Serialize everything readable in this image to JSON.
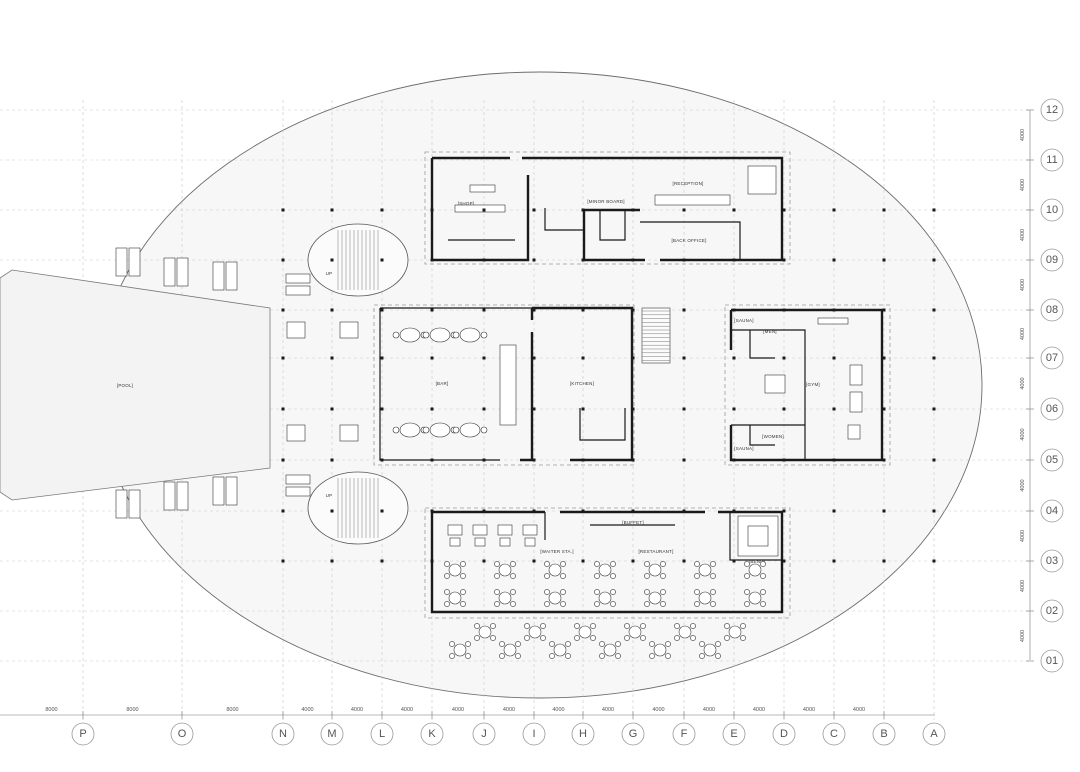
{
  "drawing": {
    "grid_columns": [
      "P",
      "O",
      "N",
      "M",
      "L",
      "K",
      "J",
      "I",
      "H",
      "G",
      "F",
      "E",
      "D",
      "C",
      "B",
      "A"
    ],
    "grid_rows": [
      "12",
      "11",
      "10",
      "09",
      "08",
      "07",
      "06",
      "05",
      "04",
      "03",
      "02",
      "01"
    ],
    "bottom_dimensions": [
      "8000",
      "8000",
      "8000",
      "4000",
      "4000",
      "4000",
      "4000",
      "4000",
      "4000",
      "4000",
      "4000",
      "4000",
      "4000",
      "4000",
      "4000"
    ],
    "side_dimensions": [
      "4000",
      "4000",
      "4000",
      "4000",
      "4000",
      "4000",
      "4000",
      "4000",
      "4000",
      "4000",
      "4000"
    ]
  },
  "rooms": {
    "pool": "[POOL]",
    "shop": "[SHOP]",
    "minor_board": "[MINOR BOARD]",
    "reception": "[RECEPTION]",
    "back_office": "[BACK OFFICE]",
    "bar": "[BAR]",
    "kitchen": "[KITCHEN]",
    "sauna_top": "[SAUNA]",
    "men": "[MEN]",
    "gym": "[GYM]",
    "women": "[WOMEN]",
    "sauna_bottom": "[SAUNA]",
    "buffet": "[BUFFET]",
    "waiter_station": "[WAITER STA.]",
    "restaurant": "[RESTAURANT]",
    "bend": "[BEND]"
  },
  "stairs": {
    "up_top": "UP",
    "up_bottom": "UP"
  }
}
